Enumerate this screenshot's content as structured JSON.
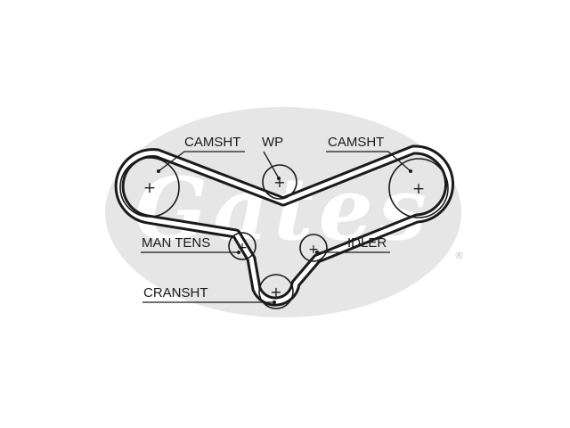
{
  "brand": {
    "logo_text": "Gates",
    "registered_mark": "®",
    "logo_color": "#e6e6e6",
    "belt_color": "#1a1a1a"
  },
  "labels": {
    "camshaft_left": "CAMSHT",
    "water_pump": "WP",
    "camshaft_right": "CAMSHT",
    "manual_tensioner": "MAN TENS",
    "idler": "IDLER",
    "crankshaft": "CRANSHT"
  },
  "pulley_center_symbol": "+"
}
